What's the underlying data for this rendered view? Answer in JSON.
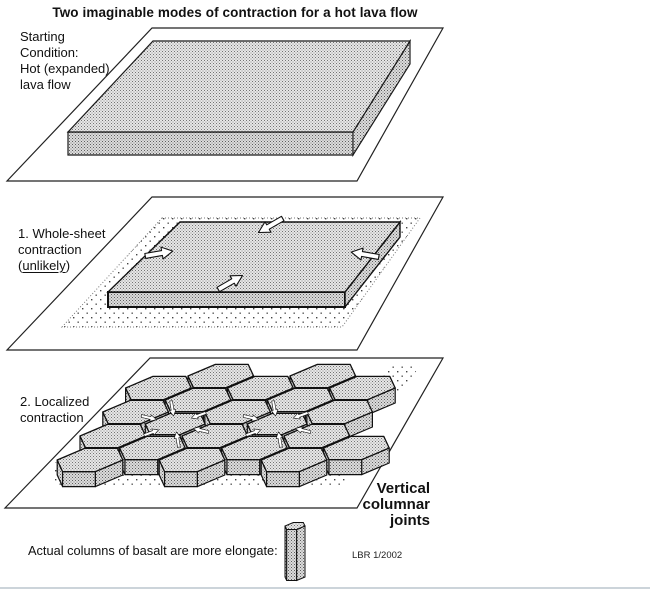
{
  "title": "Two imaginable modes of contraction for a hot lava flow",
  "panels": [
    {
      "label_lines": [
        "Starting",
        "Condition:",
        "Hot (expanded)",
        "lava flow"
      ]
    },
    {
      "label_lines": [
        "1. Whole-sheet",
        "contraction"
      ],
      "paren_open": "(",
      "underlined_word": "unlikely",
      "paren_close": ")"
    },
    {
      "label_lines": [
        "2. Localized",
        "contraction"
      ]
    }
  ],
  "annotations": {
    "vertical_joints_lines": [
      "Vertical",
      "columnar",
      "joints"
    ],
    "footnote": "Actual columns of basalt are more elongate:",
    "credit": "LBR 1/2002"
  },
  "colors": {
    "ink": "#111111",
    "paper": "#ffffff",
    "stipple_fill": "#e7e7e7",
    "stipple_dot": "#737373"
  }
}
